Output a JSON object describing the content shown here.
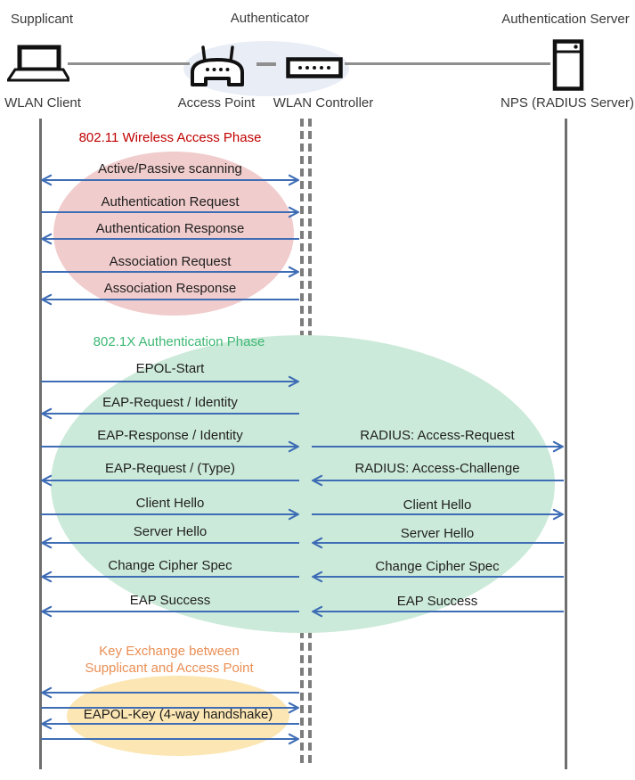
{
  "header": {
    "roles": [
      {
        "label": "Supplicant"
      },
      {
        "label": "Authenticator"
      },
      {
        "label": "Authentication Server"
      }
    ],
    "devices": [
      {
        "label": "WLAN Client",
        "icon": "laptop-icon"
      },
      {
        "label": "Access Point",
        "icon": "access-point-icon"
      },
      {
        "label": "WLAN Controller",
        "icon": "wlan-controller-icon"
      },
      {
        "label": "NPS (RADIUS Server)",
        "icon": "server-icon"
      }
    ]
  },
  "phases": [
    {
      "title": "802.11 Wireless Access Phase",
      "title_color": "#C00000",
      "ellipse_color": "#F1CCCC"
    },
    {
      "title": "802.1X Authentication Phase",
      "title_color": "#3EB874",
      "ellipse_color": "#CCEAD9"
    },
    {
      "title_line1": "Key Exchange between",
      "title_line2": "Supplicant and Access Point",
      "title_color": "#EA8F55",
      "ellipse_color": "#FCE6B3"
    }
  ],
  "messages": {
    "left": [
      {
        "label": "Active/Passive scanning",
        "direction": "both"
      },
      {
        "label": "Authentication Request",
        "direction": "right"
      },
      {
        "label": "Authentication Response",
        "direction": "left"
      },
      {
        "label": "Association Request",
        "direction": "right"
      },
      {
        "label": "Association Response",
        "direction": "left"
      },
      {
        "label": "EPOL-Start",
        "direction": "right"
      },
      {
        "label": "EAP-Request / Identity",
        "direction": "left"
      },
      {
        "label": "EAP-Response / Identity",
        "direction": "right"
      },
      {
        "label": "EAP-Request / (Type)",
        "direction": "left"
      },
      {
        "label": "Client Hello",
        "direction": "right"
      },
      {
        "label": "Server Hello",
        "direction": "left"
      },
      {
        "label": "Change Cipher Spec",
        "direction": "left"
      },
      {
        "label": "EAP Success",
        "direction": "left"
      },
      {
        "label": "EAPOL-Key (4-way handshake)",
        "direction": "left-right-left-right"
      }
    ],
    "right": [
      {
        "label": "RADIUS: Access-Request",
        "direction": "right"
      },
      {
        "label": "RADIUS: Access-Challenge",
        "direction": "left"
      },
      {
        "label": "Client Hello",
        "direction": "right"
      },
      {
        "label": "Server Hello",
        "direction": "left"
      },
      {
        "label": "Change Cipher Spec",
        "direction": "left"
      },
      {
        "label": "EAP Success",
        "direction": "left"
      }
    ]
  },
  "colors": {
    "arrow_blue": "#3E6DB5",
    "lifeline_gray": "#6E6E6E",
    "dashed_lifeline_gray": "#7D7D7D",
    "header_ellipse_blue": "#E9EDF6"
  }
}
